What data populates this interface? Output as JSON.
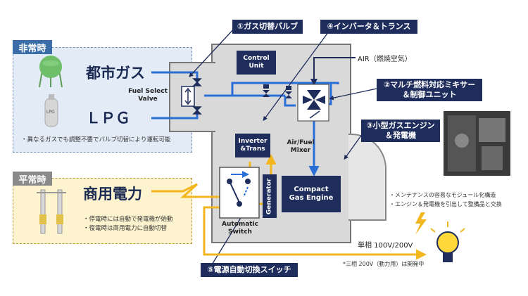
{
  "callouts": {
    "c1": "①ガス切替バルブ",
    "c2": "②マルチ燃料対応ミキサー\n＆制御ユニット",
    "c3": "③小型ガスエンジン\n＆発電機",
    "c4": "④インバータ＆トランス",
    "c5": "⑤電源自動切換スイッチ"
  },
  "emergency": {
    "tag": "非常時",
    "city_gas": "都市ガス",
    "lpg": "ＬＰＧ",
    "note": "・異なるガスでも調整不要でバルブ切替により運転可能",
    "lpg_tank_label": "LPG"
  },
  "normal": {
    "tag": "平常時",
    "commercial_power": "商用電力",
    "note_1": "・停電時には自動で発電機が始動",
    "note_2": "・復電時は商用電力に自動切替"
  },
  "components": {
    "fuel_select_valve": "Fuel Select\nValve",
    "control_unit": "Control\nUnit",
    "air_label": "AIR（燃焼空気）",
    "air_fuel_mixer": "Air/Fuel\nMixer",
    "inverter": "Inverter\n&Trans",
    "generator": "Generator",
    "compact_gas_engine": "Compact\nGas Engine",
    "automatic_switch": "Automatic\nSwitch"
  },
  "right": {
    "note_1": "・メンテナンスの容易なモジュール化構造",
    "note_2": "・エンジン＆発電機を引出して整備品と交換",
    "output": "単相 100V/200V",
    "footnote": "*三相 200V（動力用）は開発中"
  },
  "colors": {
    "navy": "#1f2d5c",
    "blue_line": "#2a6fd6",
    "yellow_line": "#f2b61f",
    "gray_panel": "#d9d9d9",
    "light_blue_bg": "#e3ecf6",
    "light_yellow_bg": "#fdf3cf",
    "tag_blue": "#3b6ea8",
    "tag_gray": "#8a8a8a"
  },
  "icons": [
    "gas-tank-icon",
    "lpg-cylinder-icon",
    "power-line-icon",
    "lightning-icon",
    "light-bulb-icon",
    "unit-photo"
  ]
}
